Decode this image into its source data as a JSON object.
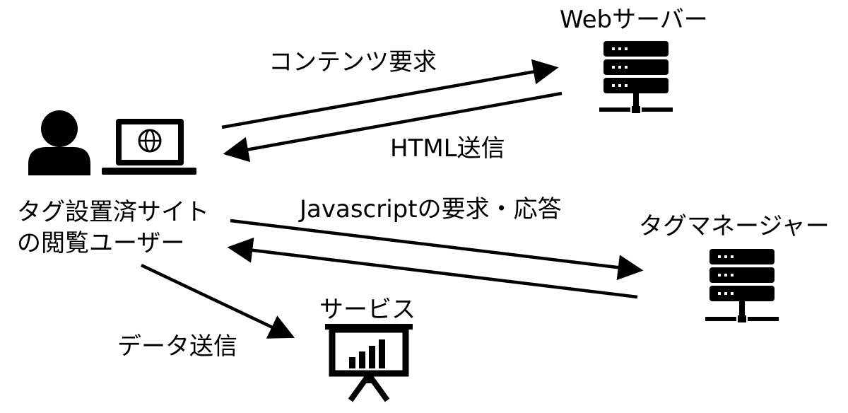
{
  "nodes": {
    "user_label_line1": "タグ設置済サイト",
    "user_label_line2": "の閲覧ユーザー",
    "web_server_label": "Webサーバー",
    "tag_manager_label": "タグマネージャー",
    "service_label": "サービス"
  },
  "edges": {
    "content_request": "コンテンツ要求",
    "html_send": "HTML送信",
    "js_request_response": "Javascriptの要求・応答",
    "data_send": "データ送信"
  },
  "icons": {
    "user": "person-icon",
    "laptop": "laptop-globe-icon",
    "web_server": "server-icon",
    "tag_manager": "server-icon",
    "service": "presentation-chart-icon"
  },
  "colors": {
    "stroke": "#000000",
    "background": "#ffffff"
  }
}
